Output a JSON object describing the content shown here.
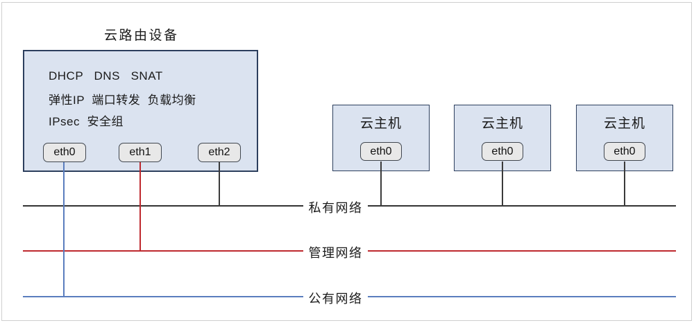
{
  "router": {
    "title": "云路由设备",
    "features": [
      "DHCP   DNS   SNAT",
      "弹性IP  端口转发  负载均衡",
      "IPsec  安全组"
    ],
    "ports": [
      "eth0",
      "eth1",
      "eth2"
    ]
  },
  "hosts": [
    {
      "title": "云主机",
      "port": "eth0"
    },
    {
      "title": "云主机",
      "port": "eth0"
    },
    {
      "title": "云主机",
      "port": "eth0"
    }
  ],
  "networks": [
    {
      "label": "私有网络",
      "color": "#333333"
    },
    {
      "label": "管理网络",
      "color": "#be282d"
    },
    {
      "label": "公有网络",
      "color": "#5a7dbe"
    }
  ],
  "colors": {
    "node_fill": "#dbe3f0",
    "node_border": "#2c3e5d",
    "port_fill": "#e8e8e8",
    "port_border": "#40464f",
    "private_line": "#333333",
    "management_line": "#be282d",
    "public_line": "#5a7dbe"
  }
}
